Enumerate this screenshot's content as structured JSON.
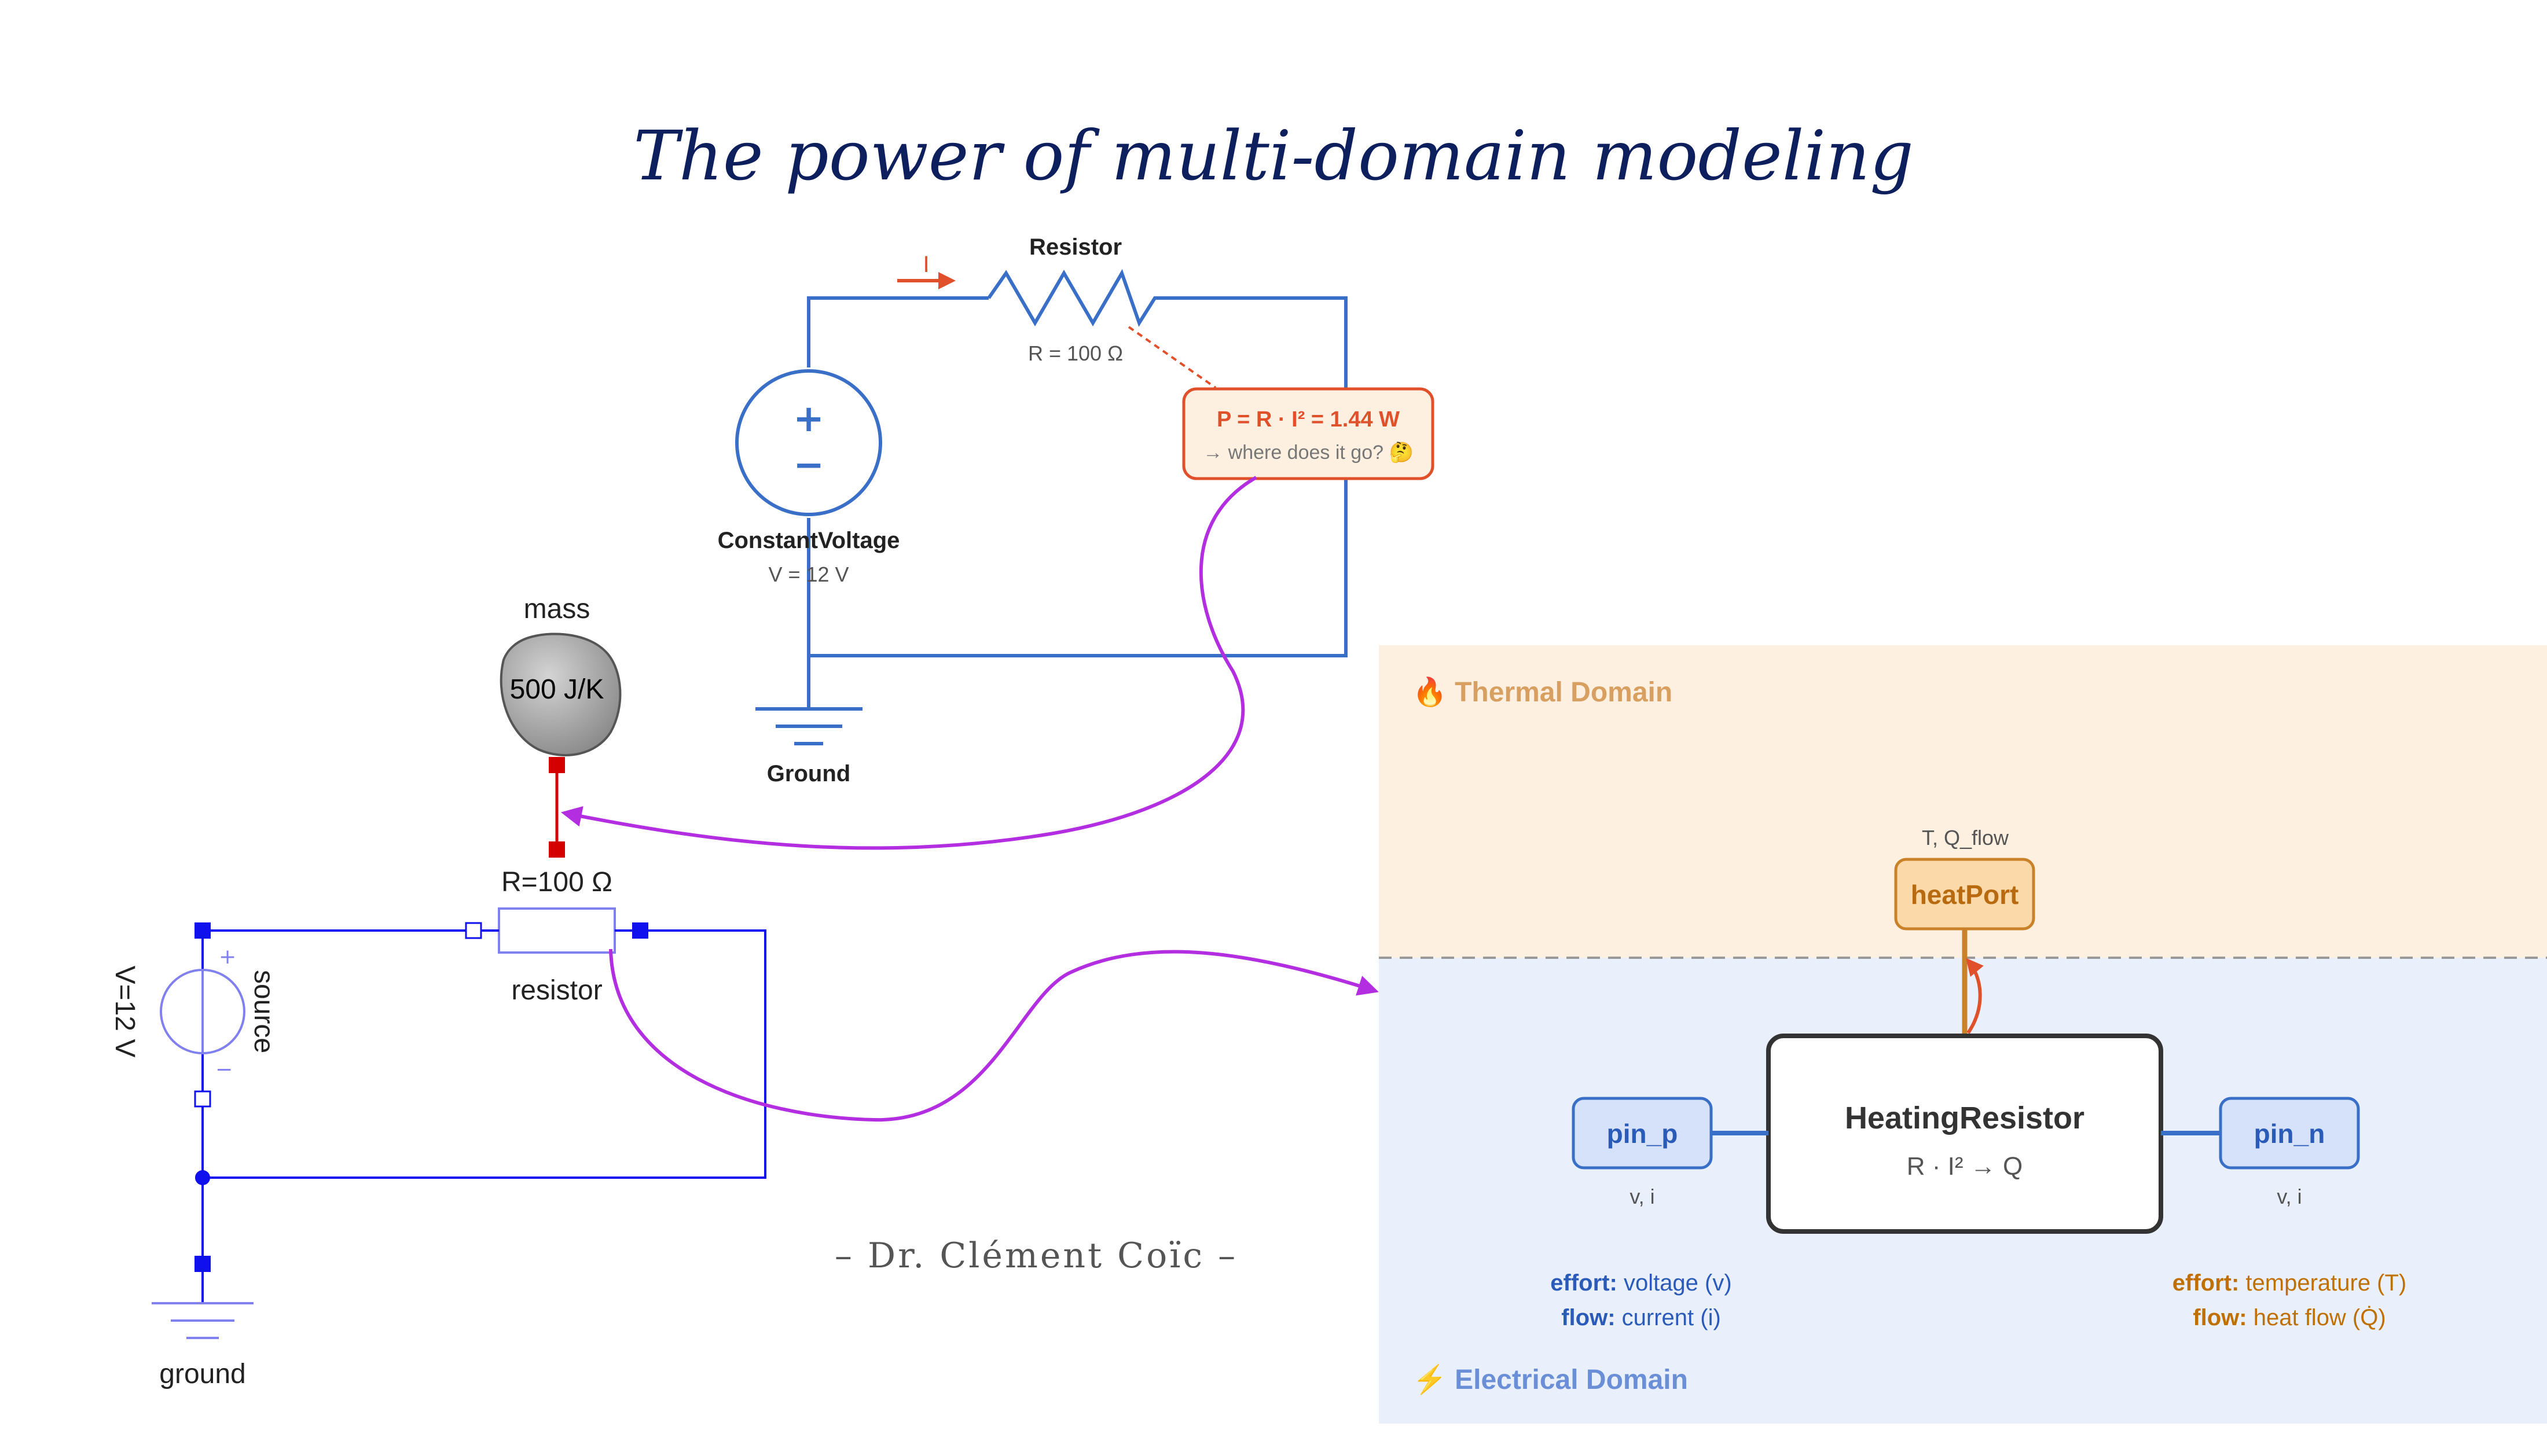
{
  "title": "The power of multi-domain modeling",
  "signature": "– Dr. Clément Coïc –",
  "circuit_top": {
    "resistor_label": "Resistor",
    "resistor_value": "R = 100 Ω",
    "current_label": "I",
    "source_label": "ConstantVoltage",
    "source_value": "V = 12 V",
    "ground_label": "Ground",
    "note_formula": "P = R · I² = 1.44 W",
    "note_question": "→ where does it go? 🤔"
  },
  "circuit_modelica": {
    "mass_label": "mass",
    "mass_value": "500 J/K",
    "resistor_value": "R=100 Ω",
    "resistor_label": "resistor",
    "source_value": "V=12 V",
    "source_label": "source",
    "ground_label": "ground"
  },
  "domains": {
    "thermal_label": "🔥 Thermal Domain",
    "electrical_label": "⚡ Electrical Domain"
  },
  "component": {
    "name": "HeatingResistor",
    "equation": "R · I² → Q",
    "heat_port": "heatPort",
    "heat_port_vars": "T, Q_flow",
    "pin_p": "pin_p",
    "pin_p_vars": "v, i",
    "pin_n": "pin_n",
    "pin_n_vars": "v, i"
  },
  "legend": {
    "electrical_effort_key": "effort:",
    "electrical_effort_val": " voltage (v)",
    "electrical_flow_key": "flow:",
    "electrical_flow_val": " current (i)",
    "thermal_effort_key": "effort:",
    "thermal_effort_val": " temperature (T)",
    "thermal_flow_key": "flow:",
    "thermal_flow_val": " heat flow (Q̇)"
  },
  "colors": {
    "wire_blue": "#3a6fc8",
    "modelica_blue": "#1010ee",
    "arrow_purple": "#b22ee0",
    "thermal_red": "#d40000",
    "thermal_bg": "#fdf0e1",
    "electrical_bg": "#e9f0fc"
  }
}
